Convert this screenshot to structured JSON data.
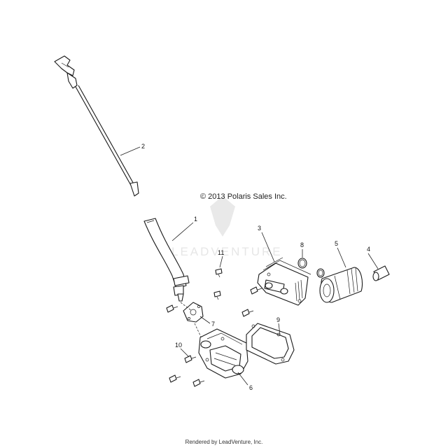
{
  "copyright": "© 2013 Polaris Sales Inc.",
  "footer": "Rendered by LeadVenture, Inc.",
  "watermark": "LEADVENTURE",
  "callouts": [
    "1",
    "2",
    "3",
    "4",
    "5",
    "6",
    "7",
    "8",
    "9",
    "10",
    "11"
  ]
}
